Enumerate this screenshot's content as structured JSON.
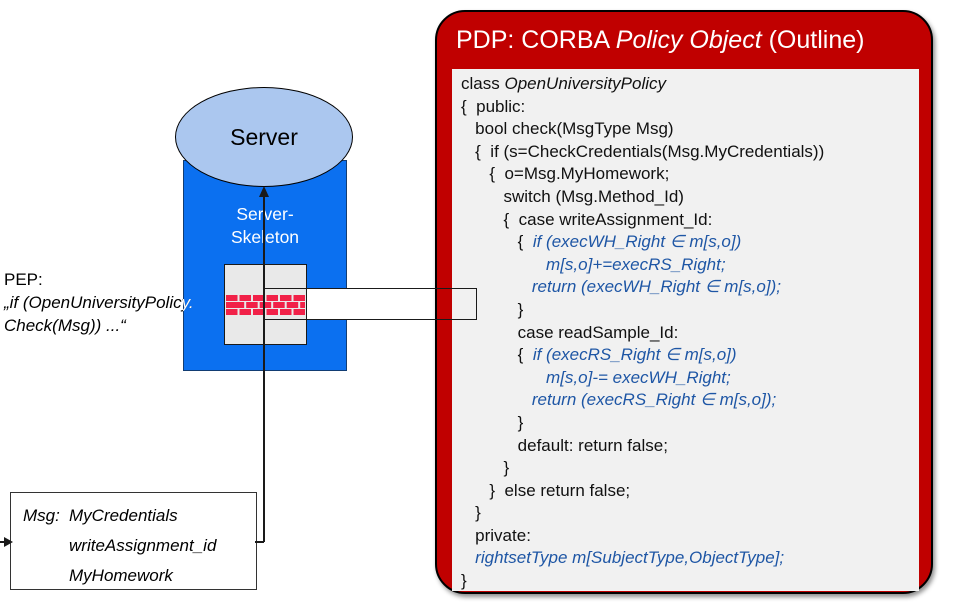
{
  "server": {
    "ellipse_label": "Server",
    "skeleton_line1": "Server-",
    "skeleton_line2": "Skeleton",
    "box_color": "#0b70f0",
    "ellipse_color": "#abc7ef"
  },
  "pep": {
    "heading": "PEP:",
    "code_line1": "„if (OpenUniversityPolicy.",
    "code_line2": "Check(Msg)) ...“"
  },
  "firewall": {
    "brick_color": "#f12148"
  },
  "msg": {
    "label": "Msg:",
    "fields": [
      "MyCredentials",
      "writeAssignment_id",
      "MyHomework"
    ]
  },
  "pdp": {
    "title": [
      {
        "t": "PDP: CORBA ",
        "s": "p"
      },
      {
        "t": "Policy Object",
        "s": "i"
      },
      {
        "t": " (Outline)",
        "s": "p"
      }
    ],
    "title_bg": "#c00000",
    "panel_bg": "#f1f1f1",
    "code_blue": "#1e56a5",
    "code": [
      [
        {
          "t": "class ",
          "s": "p"
        },
        {
          "t": "OpenUniversityPolicy",
          "s": "i"
        }
      ],
      [
        {
          "t": "{  public:",
          "s": "p"
        }
      ],
      [
        {
          "t": "   bool check(MsgType Msg)",
          "s": "p"
        }
      ],
      [
        {
          "t": "   {  if (s=CheckCredentials(Msg.MyCredentials))",
          "s": "p"
        }
      ],
      [
        {
          "t": "      {  o=Msg.MyHomework;",
          "s": "p"
        }
      ],
      [
        {
          "t": "         switch (Msg.Method_Id)",
          "s": "p"
        }
      ],
      [
        {
          "t": "         {  case writeAssignment_Id:",
          "s": "p"
        }
      ],
      [
        {
          "t": "            {  ",
          "s": "p"
        },
        {
          "t": "if (execWH_Right ∈ m[s,o])",
          "s": "b"
        }
      ],
      [
        {
          "t": "                  ",
          "s": "p"
        },
        {
          "t": "m[s,o]+=execRS_Right;",
          "s": "b"
        }
      ],
      [
        {
          "t": "               ",
          "s": "p"
        },
        {
          "t": "return (execWH_Right ∈ m[s,o]);",
          "s": "b"
        }
      ],
      [
        {
          "t": "            }",
          "s": "p"
        }
      ],
      [
        {
          "t": "            case readSample_Id:",
          "s": "p"
        }
      ],
      [
        {
          "t": "            {  ",
          "s": "p"
        },
        {
          "t": "if (execRS_Right ∈ m[s,o])",
          "s": "b"
        }
      ],
      [
        {
          "t": "                  ",
          "s": "p"
        },
        {
          "t": "m[s,o]-= execWH_Right;",
          "s": "b"
        }
      ],
      [
        {
          "t": "               ",
          "s": "p"
        },
        {
          "t": "return (execRS_Right ∈ m[s,o]);",
          "s": "b"
        }
      ],
      [
        {
          "t": "            }",
          "s": "p"
        }
      ],
      [
        {
          "t": "            default: return false;",
          "s": "p"
        }
      ],
      [
        {
          "t": "         }",
          "s": "p"
        }
      ],
      [
        {
          "t": "      }  else return false;",
          "s": "p"
        }
      ],
      [
        {
          "t": "   }",
          "s": "p"
        }
      ],
      [
        {
          "t": "   private:",
          "s": "p"
        }
      ],
      [
        {
          "t": "   ",
          "s": "p"
        },
        {
          "t": "rightsetType m[SubjectType,ObjectType];",
          "s": "b"
        }
      ],
      [
        {
          "t": "}",
          "s": "p"
        }
      ]
    ]
  }
}
